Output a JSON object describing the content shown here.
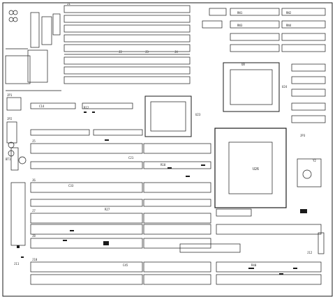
{
  "diagram": {
    "kind": "printed circuit board component layout (silkscreen)",
    "colors": {
      "background": "#ffffff",
      "ink": "#1a1a1a",
      "fill": "#d8d8d8"
    },
    "labels": {
      "cpu": "U26",
      "chipset_a": "U23",
      "chipset_b": "U24",
      "crystal": "Y2",
      "slot_1": "J5",
      "slot_2": "J6",
      "slot_3": "J7",
      "slot_4": "J8",
      "slot_5": "J10",
      "simm_1": "J1",
      "simm_2": "J2",
      "simm_3": "J3",
      "simm_4": "J4",
      "bios": "U8",
      "ram_1": "RN1",
      "ram_2": "RN2",
      "ram_3": "RN3",
      "ram_4": "RN4",
      "cap_1": "C14",
      "cap_2": "C21",
      "cap_3": "C33",
      "cap_4": "C45",
      "res_1": "R12",
      "res_2": "R18",
      "res_3": "R27",
      "res_4": "R40",
      "batt": "BT1",
      "jumper_1": "JP1",
      "jumper_2": "JP2",
      "jumper_3": "JP3",
      "conn_kbd": "J11",
      "conn_pwr": "J12"
    }
  }
}
